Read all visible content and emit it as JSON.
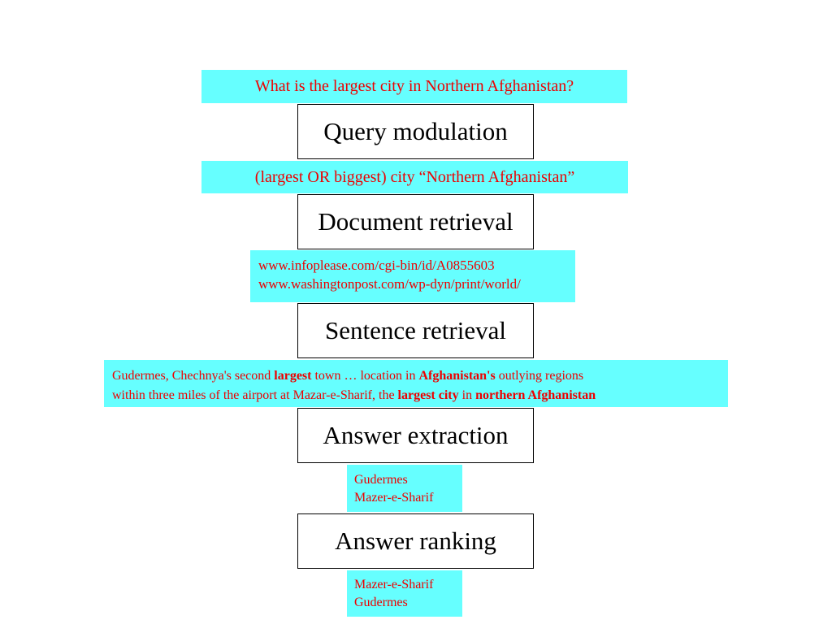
{
  "question": "What is the largest city in Northern Afghanistan?",
  "stages": {
    "query_modulation": "Query modulation",
    "document_retrieval": "Document retrieval",
    "sentence_retrieval": "Sentence retrieval",
    "answer_extraction": "Answer extraction",
    "answer_ranking": "Answer ranking"
  },
  "modulated_query": "(largest OR biggest) city “Northern Afghanistan”",
  "documents": [
    "www.infoplease.com/cgi-bin/id/A0855603",
    "www.washingtonpost.com/wp-dyn/print/world/"
  ],
  "sentences": {
    "line1": {
      "p1": "Gudermes, Chechnya's second ",
      "b1": "largest",
      "p2": " town … location in ",
      "b2": "Afghanistan's",
      "p3": " outlying regions"
    },
    "line2": {
      "p1": "within three miles of the airport at Mazar-e-Sharif, the ",
      "b1": "largest city",
      "p2": " in ",
      "b2": "northern Afghanistan"
    }
  },
  "extracted_answers": [
    "Gudermes",
    "Mazer-e-Sharif"
  ],
  "ranked_answers": [
    "Mazer-e-Sharif",
    "Gudermes"
  ],
  "colors": {
    "box_fill": "#66ffff",
    "text_red": "#ee0000",
    "stage_border": "#000000"
  }
}
